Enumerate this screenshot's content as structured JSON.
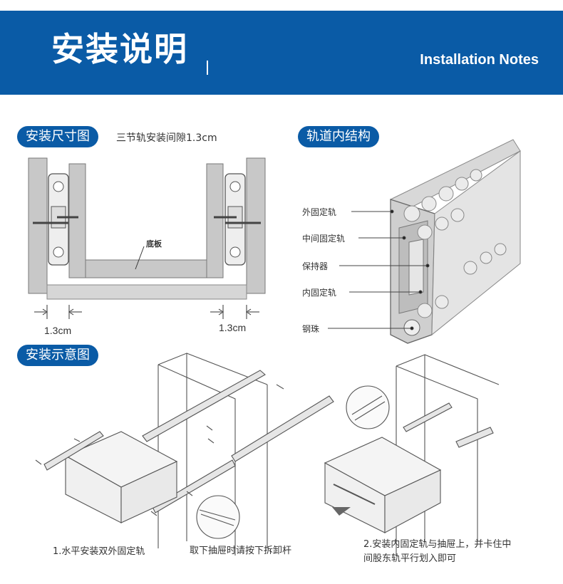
{
  "header": {
    "title": "安装说明",
    "subtitle": "Installation Notes"
  },
  "sections": {
    "dimensions": {
      "label": "安装尺寸图",
      "note": "三节轨安装间隙1.3cm",
      "base_label": "底板",
      "gap_left": "1.3cm",
      "gap_right": "1.3cm"
    },
    "structure": {
      "label": "轨道内结构",
      "parts": [
        "外固定轨",
        "中间固定轨",
        "保持器",
        "内固定轨",
        "钢珠"
      ]
    },
    "install": {
      "label": "安装示意图",
      "captions": [
        "1.水平安装双外固定轨",
        "取下抽屉时请按下拆卸杆",
        "2.安装内固定轨与抽屉上，并卡住中",
        "间股东轨平行划入即可"
      ]
    }
  },
  "colors": {
    "brand": "#0a5ba6",
    "rail": "#b9b9b9",
    "board": "#c8c8c8"
  }
}
